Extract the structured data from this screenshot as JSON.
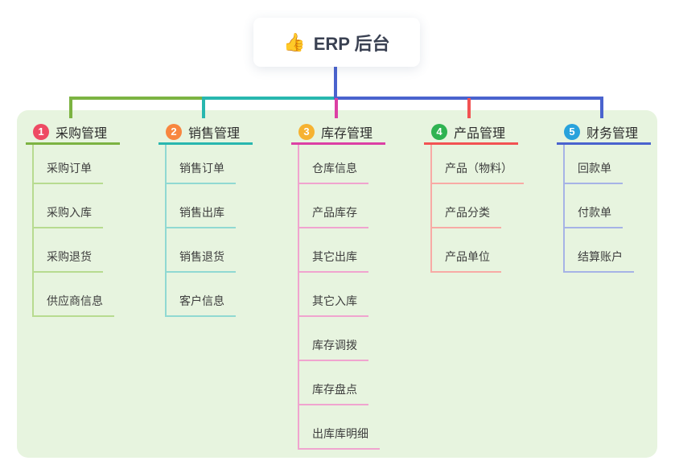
{
  "root": {
    "icon": "👍",
    "label": "ERP 后台"
  },
  "branches": [
    {
      "index": "1",
      "title": "采购管理",
      "color": "#7cb342",
      "light_color": "#b7db90",
      "badge_color": "#ee4a63",
      "children": [
        "采购订单",
        "采购入库",
        "采购退货",
        "供应商信息"
      ]
    },
    {
      "index": "2",
      "title": "销售管理",
      "color": "#28b7af",
      "light_color": "#90d9d2",
      "badge_color": "#f8863f",
      "children": [
        "销售订单",
        "销售出库",
        "销售退货",
        "客户信息"
      ]
    },
    {
      "index": "3",
      "title": "库存管理",
      "color": "#dc3fa4",
      "light_color": "#f0a4cf",
      "badge_color": "#f6b231",
      "children": [
        "仓库信息",
        "产品库存",
        "其它出库",
        "其它入库",
        "库存调拨",
        "库存盘点",
        "出库库明细"
      ]
    },
    {
      "index": "4",
      "title": "产品管理",
      "color": "#f25252",
      "light_color": "#f8aaa5",
      "badge_color": "#2fb351",
      "children": [
        "产品（物料）",
        "产品分类",
        "产品单位"
      ]
    },
    {
      "index": "5",
      "title": "财务管理",
      "color": "#4a63ce",
      "light_color": "#a6b3e6",
      "badge_color": "#28a2dc",
      "children": [
        "回款单",
        "付款单",
        "结算账户"
      ]
    }
  ],
  "colors": {
    "panel_bg": "#e7f4df",
    "root_text": "#3a4152",
    "node_text": "#3e3e3e"
  }
}
